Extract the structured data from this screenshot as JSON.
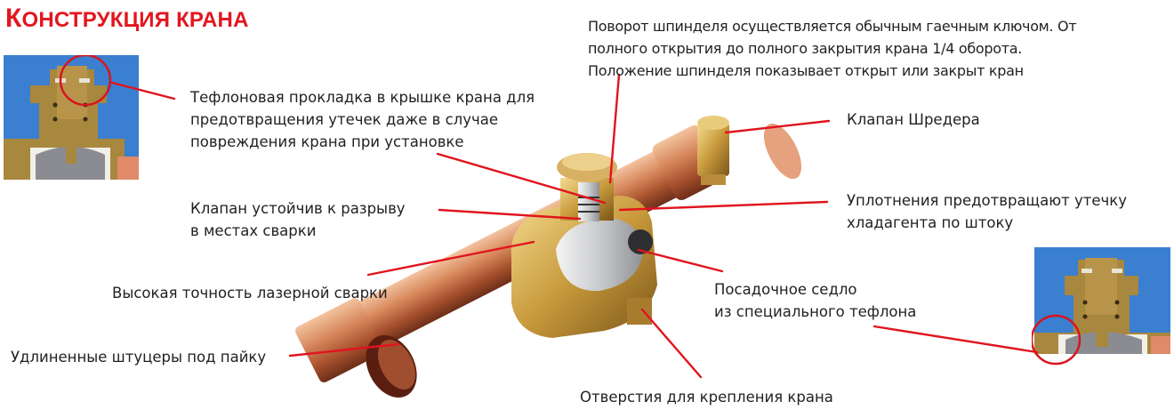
{
  "title": {
    "first_letter": "К",
    "rest": "ОНСТРУКЦИЯ КРАНА",
    "color": "#e3161f"
  },
  "colors": {
    "leader_line": "#e0141e",
    "text": "#231f20",
    "inset_background": "#3b7fd0",
    "brass": "#b08a3a",
    "copper": "#c8744a"
  },
  "labels": {
    "teflon_gasket": [
      "Тефлоновая прокладка в крышке крана для",
      "предотвращения утечек даже в случае",
      "повреждения крана при установке"
    ],
    "spindle": [
      "Поворот шпинделя осуществляется обычным гаечным ключом. От",
      "полного открытия до полного закрытия крана 1/4 оборота.",
      "Положение шпинделя показывает открыт или закрыт кран"
    ],
    "schrader": [
      "Клапан Шредера"
    ],
    "burst_resistant": [
      "Клапан устойчив к разрыву",
      "в местах сварки"
    ],
    "stem_seals": [
      "Уплотнения предотвращают утечку",
      "хладагента по штоку"
    ],
    "laser_welding": [
      "Высокая точность лазерной сварки"
    ],
    "seat": [
      "Посадочное седло",
      "из специального тефлона"
    ],
    "extended_fittings": [
      "Удлиненные штуцеры под пайку"
    ],
    "mounting_holes": [
      "Отверстия для крепления крана"
    ]
  },
  "insets": [
    {
      "name": "cap-gasket-detail",
      "highlight": "cap"
    },
    {
      "name": "seat-detail",
      "highlight": "seat"
    }
  ]
}
